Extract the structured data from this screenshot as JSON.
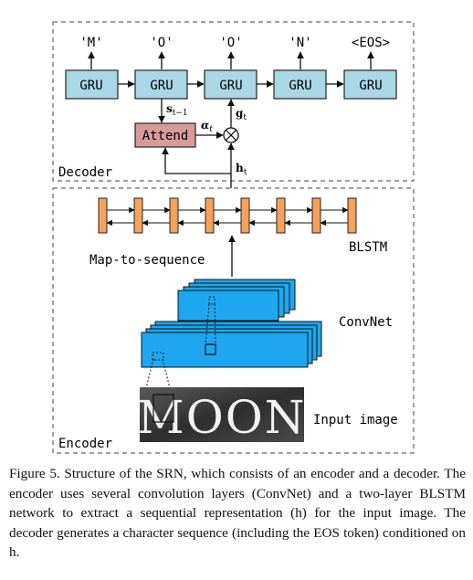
{
  "decoder": {
    "label": "Decoder",
    "outputs": [
      "'M'",
      "'O'",
      "'O'",
      "'N'",
      "<EOS>"
    ],
    "gru_label": "GRU",
    "attend_label": "Attend",
    "s_label": "s",
    "s_sub": "t−1",
    "alpha_label": "α",
    "alpha_sub": "t",
    "g_label": "g",
    "g_sub": "t",
    "h_label": "h",
    "h_sub": "t",
    "otimes": "⊗"
  },
  "encoder": {
    "label": "Encoder",
    "blstm_label": "BLSTM",
    "map_label": "Map-to-sequence",
    "convnet_label": "ConvNet",
    "input_label": "Input image",
    "input_word": "MOON"
  },
  "caption": {
    "text": "Figure 5. Structure of the SRN, which consists of an encoder and a decoder. The encoder uses several convolution layers (ConvNet) and a two-layer BLSTM network to extract a sequential representation (h) for the input image. The decoder generates a character sequence (including the EOS token) conditioned on h."
  },
  "colors": {
    "gru_fill": "#a9d7e6",
    "attend_fill": "#d99a9a",
    "blstm_fill": "#f5a25d",
    "conv_fill": "#1ea7f0"
  }
}
